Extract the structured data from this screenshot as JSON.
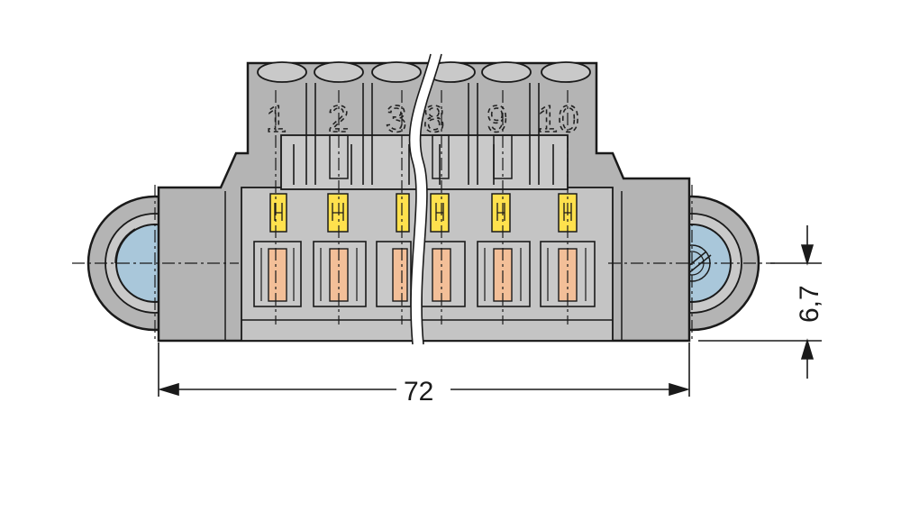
{
  "dimensions": {
    "width_label": "72",
    "pitch_label": "6,7"
  },
  "pins": {
    "left_labels": [
      "1",
      "2",
      "3"
    ],
    "right_labels": [
      "8",
      "9",
      "10"
    ]
  },
  "colors": {
    "housing": "#b4b4b4",
    "housing_light": "#c9c9c9",
    "flange_screw": "#a9c7da",
    "release_lever": "#ffe14d",
    "clamp_spring": "#f3bf98",
    "outline": "#1a1a1a"
  }
}
